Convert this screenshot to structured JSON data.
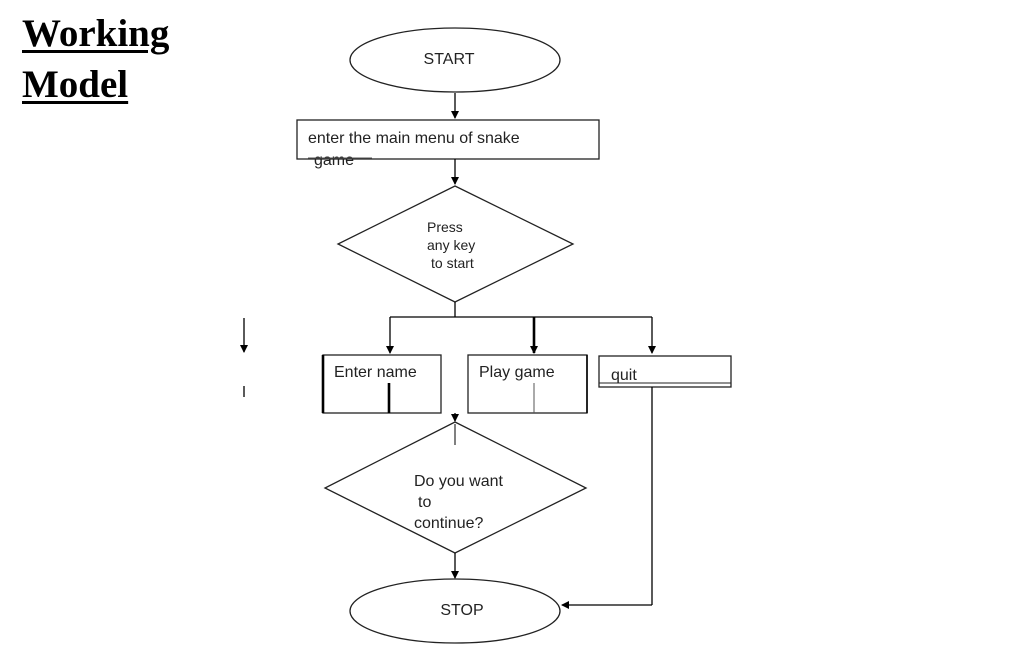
{
  "heading": {
    "line1": "Working",
    "line2": "Model"
  },
  "flowchart": {
    "start": "START",
    "main_menu": [
      "enter the main menu of snake",
      "game"
    ],
    "press_key": [
      "Press",
      "any key",
      "to start"
    ],
    "enter_name": "Enter name",
    "play_game": "Play game",
    "quit": "quit",
    "continue_question": [
      "Do you want",
      "to",
      "continue?"
    ],
    "stop": "STOP"
  }
}
